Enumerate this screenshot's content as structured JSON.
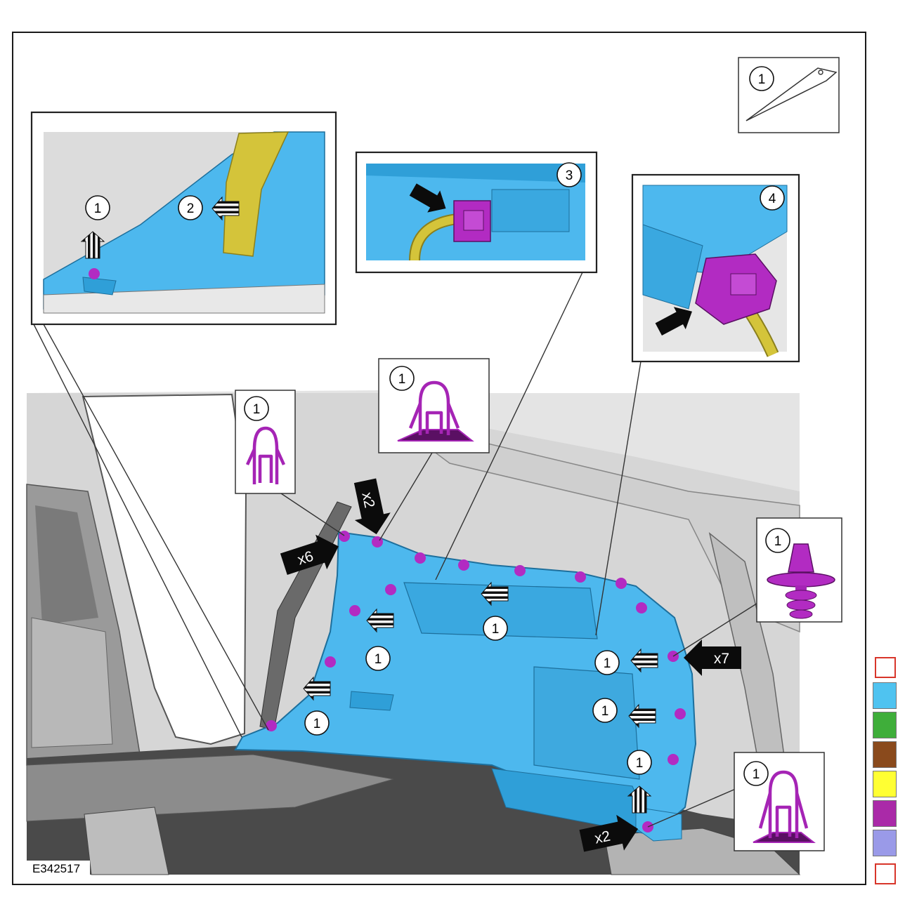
{
  "figure": {
    "id": "E342517",
    "callout": "1",
    "callout_2": "2",
    "callout_3": "3",
    "callout_4": "4",
    "qty_x2": "x2",
    "qty_x6": "x6",
    "qty_x7": "x7"
  },
  "colors": {
    "panel": "#4db8ee",
    "panel_dark": "#2f9fd8",
    "clip": "#b22bc2",
    "wire": "#d4c43a",
    "body_grey": "#c9c9c9",
    "frame": "#1a1a1a"
  },
  "legend": {
    "swatches": [
      "#4fc3f0",
      "#3fae3a",
      "#8a4a1c",
      "#ffff33",
      "#aa2aa8",
      "#9a9ae8"
    ]
  },
  "icons": [
    "trim-removal-tool-icon",
    "push-pin-clip-icon",
    "spring-clip-icon",
    "christmas-tree-clip-icon",
    "direction-arrow-icon"
  ]
}
